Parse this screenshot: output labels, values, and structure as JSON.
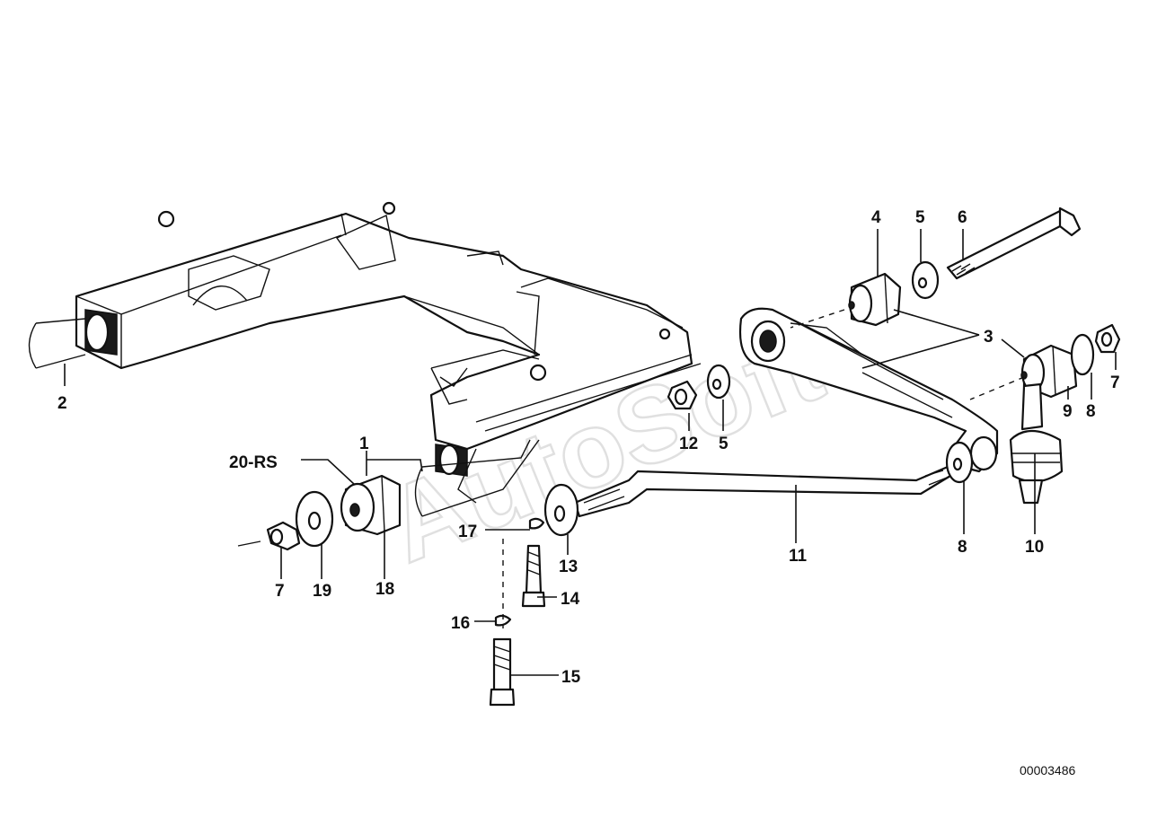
{
  "watermark": "AutoSoft",
  "doc_id": "00003486",
  "labels": {
    "l2": "2",
    "l1": "1",
    "l20": "20-RS",
    "l7a": "7",
    "l19": "19",
    "l18": "18",
    "l17": "17",
    "l16": "16",
    "l15": "15",
    "l14": "14",
    "l13": "13",
    "l12": "12",
    "l5a": "5",
    "l4": "4",
    "l5b": "5",
    "l6": "6",
    "l3": "3",
    "l9": "9",
    "l8a": "8",
    "l7b": "7",
    "l11": "11",
    "l8b": "8",
    "l10": "10"
  }
}
